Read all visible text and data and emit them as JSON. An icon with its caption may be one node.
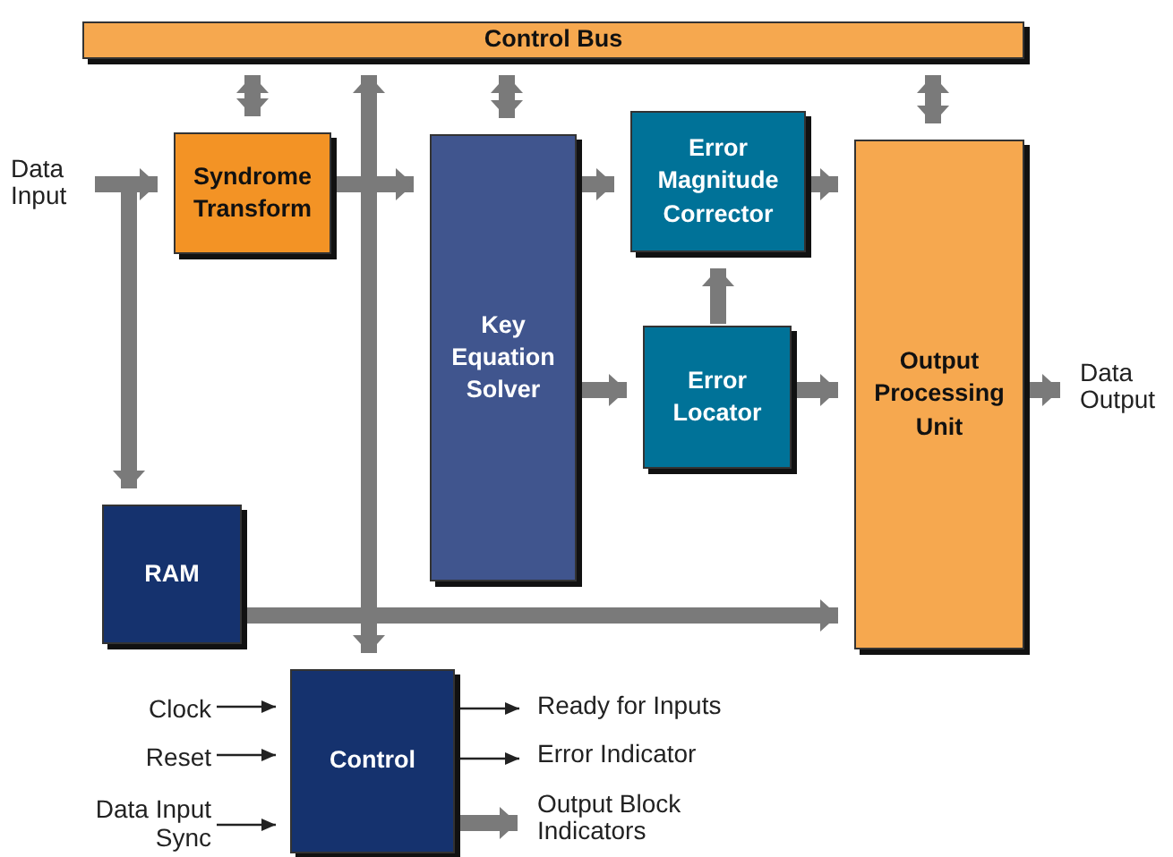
{
  "diagram": {
    "nodes": [
      {
        "text": [
          "Control Bus"
        ]
      },
      {
        "text": [
          "Syndrome Transform"
        ]
      },
      {
        "text": [
          "Key Equation Solver"
        ]
      },
      {
        "text": [
          "Error Magnitude Corrector"
        ]
      },
      {
        "text": [
          "Error Locator"
        ]
      },
      {
        "text": [
          "Output Processing Unit"
        ]
      },
      {
        "text": [
          "RAM"
        ]
      },
      {
        "text": [
          "Control"
        ]
      },
      {
        "text": [
          "Data Input"
        ]
      },
      {
        "text": [
          "Data Output"
        ]
      },
      {
        "text": [
          "Clock"
        ]
      },
      {
        "text": [
          "Reset"
        ]
      },
      {
        "text": [
          "Data Input Sync"
        ]
      },
      {
        "text": [
          "Ready for Inputs"
        ]
      },
      {
        "text": [
          "Error Indicator"
        ]
      },
      {
        "text": [
          "Output Block Indicators"
        ]
      }
    ],
    "edges": [
      {
        "from": 0,
        "to": 1,
        "arrow": "both"
      },
      {
        "from": 0,
        "to": 2,
        "arrow": "both"
      },
      {
        "from": 0,
        "to": 5,
        "arrow": "both"
      },
      {
        "from": 7,
        "to": 0,
        "arrow": "both"
      },
      {
        "from": 8,
        "to": 1,
        "arrow": "to"
      },
      {
        "from": 8,
        "to": 6,
        "arrow": "to"
      },
      {
        "from": 1,
        "to": 2,
        "arrow": "to"
      },
      {
        "from": 2,
        "to": 3,
        "arrow": "to"
      },
      {
        "from": 2,
        "to": 4,
        "arrow": "to"
      },
      {
        "from": 4,
        "to": 3,
        "arrow": "to"
      },
      {
        "from": 3,
        "to": 5,
        "arrow": "to"
      },
      {
        "from": 4,
        "to": 5,
        "arrow": "to"
      },
      {
        "from": 5,
        "to": 9,
        "arrow": "to"
      },
      {
        "from": 6,
        "to": 5,
        "arrow": "to"
      },
      {
        "from": 10,
        "to": 7,
        "arrow": "to",
        "color": "#222222"
      },
      {
        "from": 11,
        "to": 7,
        "arrow": "to",
        "color": "#222222"
      },
      {
        "from": 12,
        "to": 7,
        "arrow": "to",
        "color": "#222222"
      },
      {
        "from": 7,
        "to": 13,
        "arrow": "to",
        "color": "#222222"
      },
      {
        "from": 7,
        "to": 14,
        "arrow": "to",
        "color": "#222222"
      },
      {
        "from": 7,
        "to": 15,
        "arrow": "to"
      }
    ]
  }
}
